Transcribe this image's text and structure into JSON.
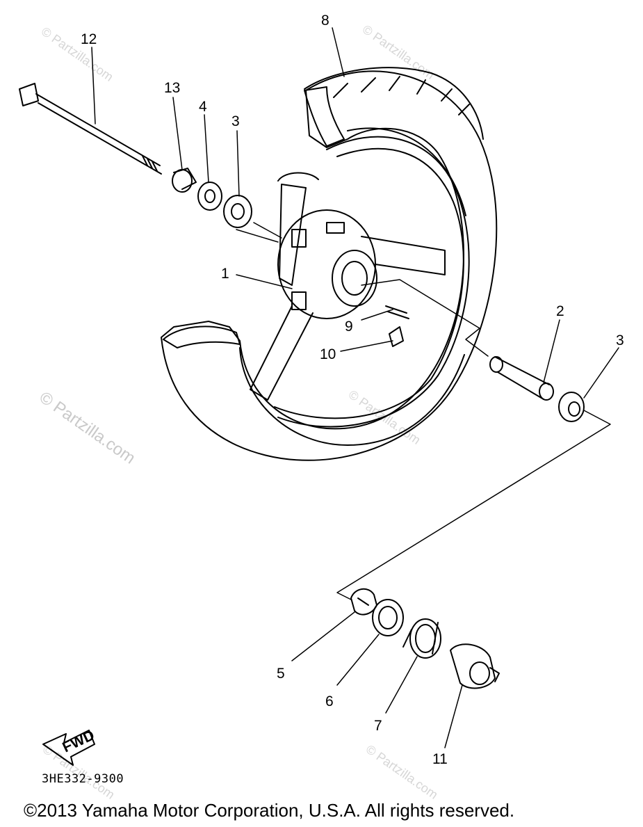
{
  "callouts": {
    "c1": "1",
    "c2": "2",
    "c3a": "3",
    "c3b": "3",
    "c4": "4",
    "c5": "5",
    "c6": "6",
    "c7": "7",
    "c8": "8",
    "c9": "9",
    "c10": "10",
    "c11": "11",
    "c12": "12",
    "c13": "13"
  },
  "fwd_label": "FWD",
  "watermark": {
    "main": "© Partzilla.com",
    "small": "© Partzilla.com"
  },
  "part_code": "3HE332-9300",
  "copyright": "©2013  Yamaha Motor Corporation, U.S.A. All rights reserved."
}
